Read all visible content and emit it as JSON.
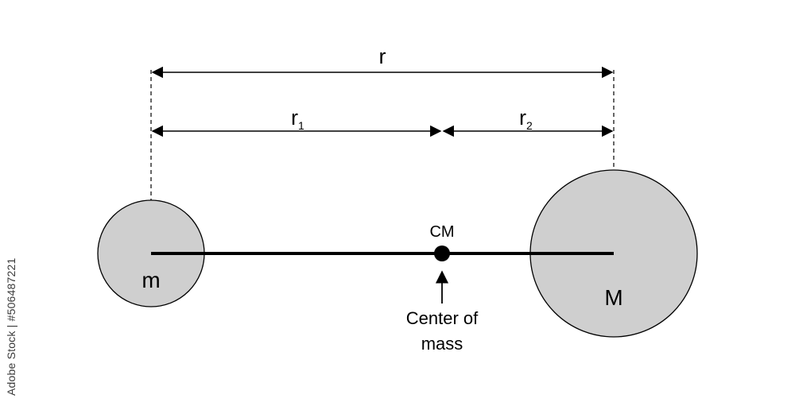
{
  "labels": {
    "r": "r",
    "r1_main": "r",
    "r1_sub": "1",
    "r2_main": "r",
    "r2_sub": "2",
    "cm": "CM",
    "center_line1": "Center of",
    "center_line2": "mass",
    "small_mass": "m",
    "large_mass": "M"
  },
  "watermark": "Adobe Stock | #506487221",
  "colors": {
    "mass_fill": "#cfcfcf",
    "stroke": "#000000"
  }
}
